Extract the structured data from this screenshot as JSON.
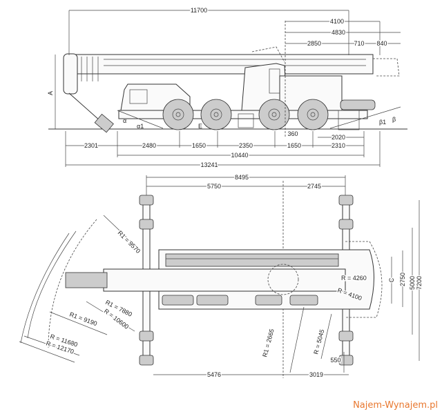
{
  "side_view": {
    "dims_top": [
      "11700",
      "4100",
      "4830",
      "2850",
      "710",
      "840"
    ],
    "dims_bottom": [
      "2301",
      "2480",
      "1650",
      "2350",
      "1650",
      "2310",
      "10440",
      "13241",
      "2020",
      "360"
    ],
    "labels": {
      "height": "A",
      "alpha": "α",
      "alpha1": "α1",
      "beta": "β",
      "beta1": "β1",
      "e": "E"
    }
  },
  "top_view": {
    "dims_top": [
      "8495",
      "5750",
      "2745"
    ],
    "dims_right": [
      "7200",
      "5000",
      "2750",
      "C"
    ],
    "dims_bottom": [
      "5476",
      "3019",
      "550"
    ],
    "radii": [
      "R1 = 9570",
      "R1 = 7880",
      "R = 10600",
      "R1 = 9190",
      "R = 11680",
      "R = 12170",
      "R = 4260",
      "R = 4100",
      "R1 = 2665",
      "R = 5045"
    ]
  },
  "watermark": "Najem-Wynajem.pl",
  "colors": {
    "watermark": "#e8772e",
    "lines": "#333333"
  }
}
